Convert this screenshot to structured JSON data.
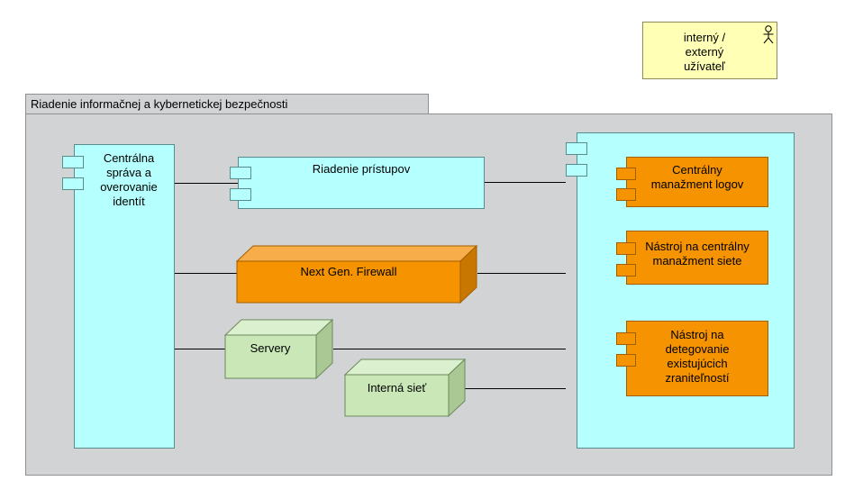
{
  "actor": {
    "label": "interný /\nexterný\nužívateľ",
    "lines": [
      "interný /",
      "externý",
      "užívateľ"
    ]
  },
  "group": {
    "title": "Riadenie informačnej a kybernetickej bezpečnosti"
  },
  "components": {
    "identity": [
      "Centrálna",
      "správa a",
      "overovanie",
      "identít"
    ],
    "access": "Riadenie prístupov",
    "firewall": "Next Gen. Firewall",
    "servers": "Servery",
    "internal_network": "Interná sieť",
    "log_management": [
      "Centrálny",
      "manažment logov"
    ],
    "network_management": [
      "Nástroj na centrálny",
      "manažment siete"
    ],
    "vulnerability": [
      "Nástroj na",
      "detegovanie",
      "existujúcich",
      "zraniteľností"
    ]
  },
  "colors": {
    "application": "#b5ffff",
    "technology_orange": "#f59300",
    "node_green": "#c9e7b7",
    "business_yellow": "#ffffb5",
    "group_gray": "#d2d3d5"
  }
}
